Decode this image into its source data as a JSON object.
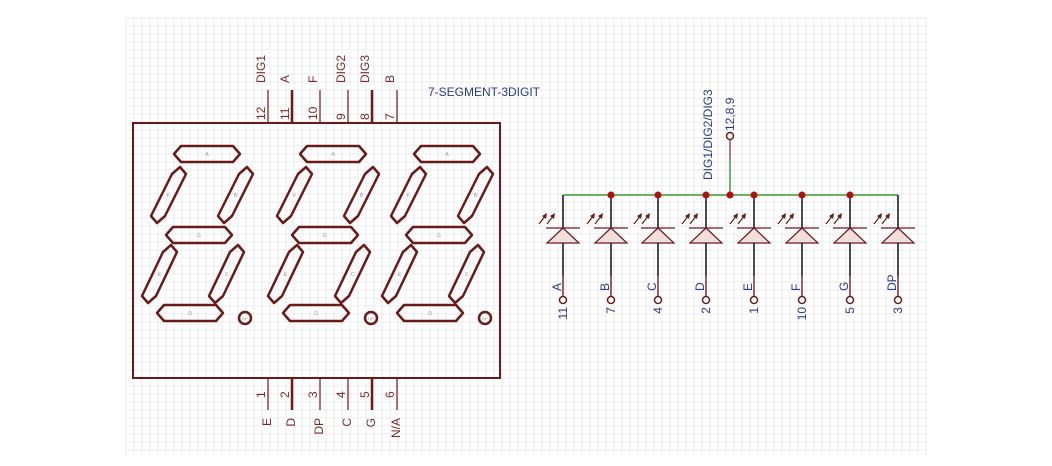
{
  "part": {
    "name": "7-SEGMENT-3DIGIT",
    "top_pins": [
      {
        "num": "12",
        "label": "DIG1"
      },
      {
        "num": "11",
        "label": "A"
      },
      {
        "num": "10",
        "label": "F"
      },
      {
        "num": "9",
        "label": "DIG2"
      },
      {
        "num": "8",
        "label": "DIG3"
      },
      {
        "num": "7",
        "label": "B"
      }
    ],
    "bottom_pins": [
      {
        "num": "1",
        "label": "E"
      },
      {
        "num": "2",
        "label": "D"
      },
      {
        "num": "3",
        "label": "DP"
      },
      {
        "num": "4",
        "label": "C"
      },
      {
        "num": "5",
        "label": "G"
      },
      {
        "num": "6",
        "label": "N/A"
      }
    ],
    "segment_labels": [
      "A",
      "B",
      "C",
      "D",
      "E",
      "F",
      "G",
      "DP"
    ],
    "digit_count": 3
  },
  "schematic": {
    "common_label": "DIG1/DIG2/DIG3",
    "common_pins": "12,8,9",
    "diodes": [
      {
        "label": "A",
        "pin": "11"
      },
      {
        "label": "B",
        "pin": "7"
      },
      {
        "label": "C",
        "pin": "4"
      },
      {
        "label": "D",
        "pin": "2"
      },
      {
        "label": "E",
        "pin": "1"
      },
      {
        "label": "F",
        "pin": "10"
      },
      {
        "label": "G",
        "pin": "5"
      },
      {
        "label": "DP",
        "pin": "3"
      }
    ]
  },
  "colors": {
    "symbol": "#6b1a1a",
    "pin_text": "#7a2a2a",
    "net_text": "#2b3a8c",
    "wire": "#3c9a3c",
    "junction": "#b01010",
    "grid": "#e6e6e6",
    "diode_fill": "#f3dede"
  }
}
